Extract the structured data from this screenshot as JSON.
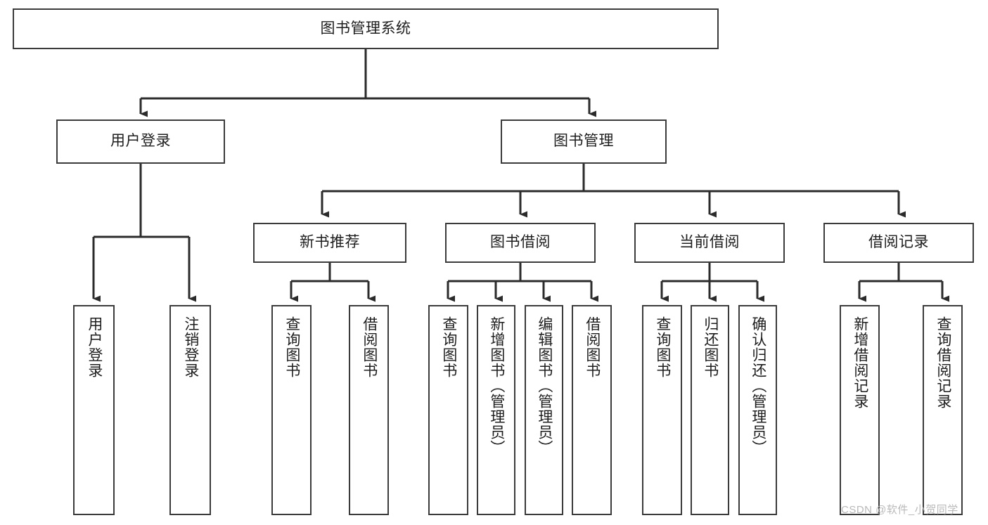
{
  "diagram": {
    "title": "图书管理系统",
    "type": "hierarchy-tree",
    "stroke_color": "#3b3b3b",
    "fill_color": "#ffffff",
    "text_color": "#1d1d1d"
  },
  "root": {
    "label": "图书管理系统"
  },
  "level1": [
    {
      "id": "user-login",
      "label": "用户登录"
    },
    {
      "id": "book-manage",
      "label": "图书管理"
    }
  ],
  "level2": [
    {
      "id": "new-book-rec",
      "label": "新书推荐"
    },
    {
      "id": "book-borrow",
      "label": "图书借阅"
    },
    {
      "id": "current-borrow",
      "label": "当前借阅"
    },
    {
      "id": "borrow-record",
      "label": "借阅记录"
    }
  ],
  "leaves": [
    {
      "id": "leaf-user-login",
      "label": "用户登录",
      "parent": "user-login"
    },
    {
      "id": "leaf-logout",
      "label": "注销登录",
      "parent": "user-login"
    },
    {
      "id": "leaf-query-book-1",
      "label": "查询图书",
      "parent": "new-book-rec"
    },
    {
      "id": "leaf-borrow-book-1",
      "label": "借阅图书",
      "parent": "new-book-rec"
    },
    {
      "id": "leaf-query-book-2",
      "label": "查询图书",
      "parent": "book-borrow"
    },
    {
      "id": "leaf-add-book",
      "label": "新增图书（管理员）",
      "parent": "book-borrow"
    },
    {
      "id": "leaf-edit-book",
      "label": "编辑图书（管理员）",
      "parent": "book-borrow"
    },
    {
      "id": "leaf-borrow-book-2",
      "label": "借阅图书",
      "parent": "book-borrow"
    },
    {
      "id": "leaf-query-book-3",
      "label": "查询图书",
      "parent": "current-borrow"
    },
    {
      "id": "leaf-return-book",
      "label": "归还图书",
      "parent": "current-borrow"
    },
    {
      "id": "leaf-confirm-return",
      "label": "确认归还（管理员）",
      "parent": "current-borrow"
    },
    {
      "id": "leaf-add-record",
      "label": "新增借阅记录",
      "parent": "borrow-record"
    },
    {
      "id": "leaf-query-record",
      "label": "查询借阅记录",
      "parent": "borrow-record"
    }
  ],
  "watermark": {
    "text": "CSDN @软件_小贺同学"
  }
}
